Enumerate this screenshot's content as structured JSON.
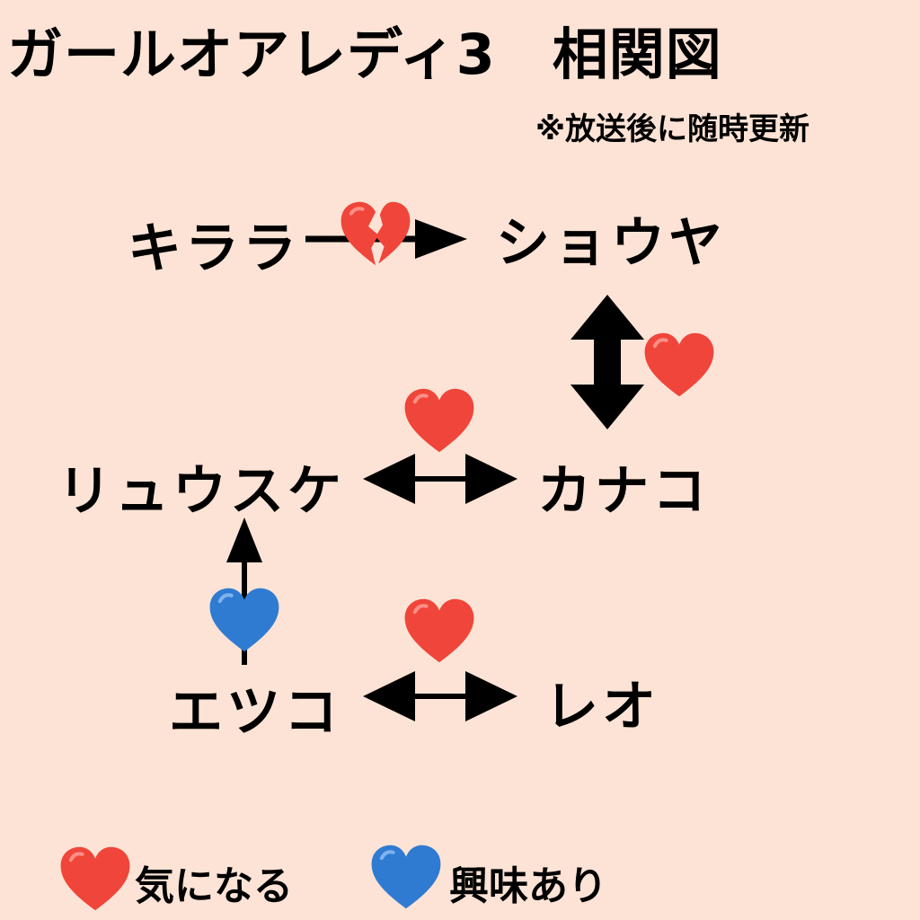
{
  "title": "ガールオアレディ3　相関図",
  "subtitle": "※放送後に随時更新",
  "names": {
    "kirara": "キララ",
    "shouya": "ショウヤ",
    "ryusuke": "リュウスケ",
    "kanako": "カナコ",
    "etsuko": "エツコ",
    "reo": "レオ"
  },
  "legend": {
    "red_label": "気になる",
    "blue_label": "興味あり"
  },
  "colors": {
    "background": "#fde3d5",
    "red_heart": "#f0453a",
    "blue_heart": "#2f7bd1",
    "text": "#000000"
  },
  "icons": {
    "red": "red-heart-icon",
    "blue": "blue-heart-icon",
    "broken": "broken-heart-icon"
  }
}
